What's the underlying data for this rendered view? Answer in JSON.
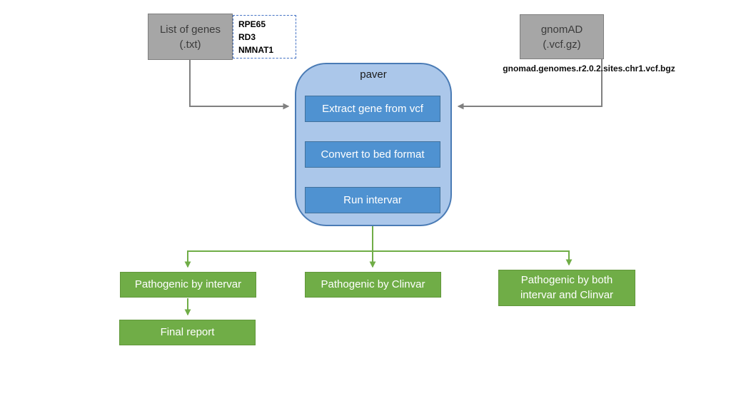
{
  "title": "paver variant pipeline diagram",
  "colors": {
    "gray_box_fill": "#a6a6a6",
    "gray_box_border": "#7f7f7f",
    "gray_connector": "#808080",
    "dashed_box_border": "#4472c4",
    "paver_fill": "#abc7ea",
    "paver_border": "#4a7bb5",
    "step_fill": "#4f92d1",
    "step_border": "#41719c",
    "blue_connector": "#5b9bd5",
    "green_fill": "#70ad47",
    "green_border": "#61973a",
    "green_connector": "#70ad47",
    "box_text_white": "#ffffff",
    "background": "#ffffff"
  },
  "inputs": {
    "gene_list_box": {
      "line1": "List of genes",
      "line2": "(.txt)"
    },
    "gene_examples": [
      "RPE65",
      "RD3",
      "NMNAT1"
    ],
    "gnomad_box": {
      "line1": "gnomAD",
      "line2": "(.vcf.gz)"
    },
    "gnomad_filename": "gnomad.genomes.r2.0.2.sites.chr1.vcf.bgz"
  },
  "pipeline": {
    "title": "paver",
    "steps": [
      "Extract gene from vcf",
      "Convert to bed format",
      "Run intervar"
    ]
  },
  "outputs": {
    "left": "Pathogenic by intervar",
    "center": "Pathogenic by Clinvar",
    "right_line1": "Pathogenic by both",
    "right_line2": "intervar and Clinvar",
    "final": "Final report"
  }
}
